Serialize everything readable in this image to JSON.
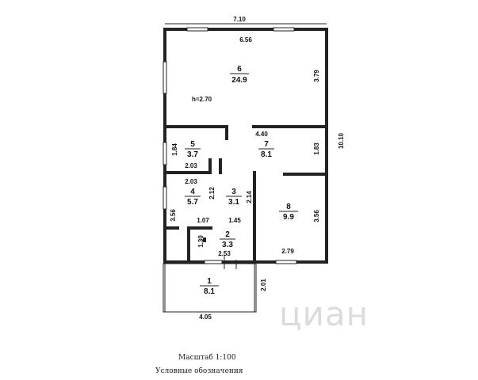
{
  "overall": {
    "width": "7.10",
    "height": "10.10"
  },
  "dims": {
    "d656": "6.56",
    "d379": "3.79",
    "d440": "4.40",
    "d183": "1.83",
    "d184": "1.84",
    "d203a": "2.03",
    "d203b": "2.03",
    "d212": "2.12",
    "d214": "2.14",
    "d356a": "3.56",
    "d107": "1.07",
    "d145": "1.45",
    "d356b": "3.56",
    "d130": "1.30",
    "d253": "2.53",
    "d279": "2.79",
    "d201": "2.01",
    "d405": "4.05"
  },
  "height_note": "h=2.70",
  "rooms": [
    {
      "num": "6",
      "area": "24.9"
    },
    {
      "num": "5",
      "area": "3.7"
    },
    {
      "num": "7",
      "area": "8.1"
    },
    {
      "num": "4",
      "area": "5.7"
    },
    {
      "num": "3",
      "area": "3.1"
    },
    {
      "num": "8",
      "area": "9.9"
    },
    {
      "num": "2",
      "area": "3.3"
    },
    {
      "num": "1",
      "area": "8.1"
    }
  ],
  "legend": {
    "scale": "Масштаб  1:100",
    "symbols": "Условные  обозначения"
  },
  "watermark": "циан"
}
